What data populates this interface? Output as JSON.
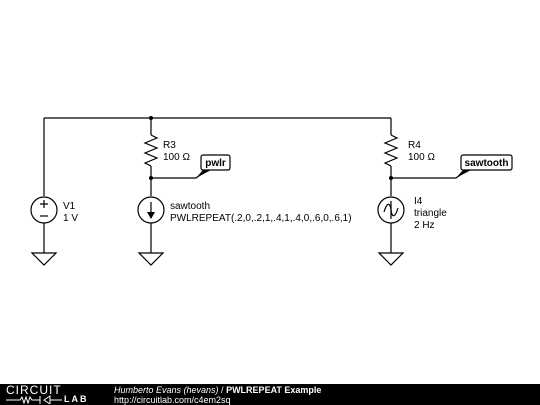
{
  "schematic": {
    "v1": {
      "name": "V1",
      "value": "1 V"
    },
    "r3": {
      "name": "R3",
      "value": "100 Ω"
    },
    "r4": {
      "name": "R4",
      "value": "100 Ω"
    },
    "i_saw": {
      "name": "sawtooth",
      "value": "PWLREPEAT(.2,0,.2,1,.4,1,.4,0,.6,0,.6,1)"
    },
    "i4": {
      "name": "I4",
      "type": "triangle",
      "freq": "2 Hz"
    },
    "tag_pwlr": "pwlr",
    "tag_sawtooth": "sawtooth"
  },
  "footer": {
    "logo_top": "CIRCUIT",
    "logo_bottom": "LAB",
    "author": "Humberto Evans (hevans)",
    "separator": " / ",
    "title": "PWLREPEAT Example",
    "url": "http://circuitlab.com/c4em2sq"
  },
  "colors": {
    "footer_bg": "#000000",
    "ink": "#000000"
  }
}
